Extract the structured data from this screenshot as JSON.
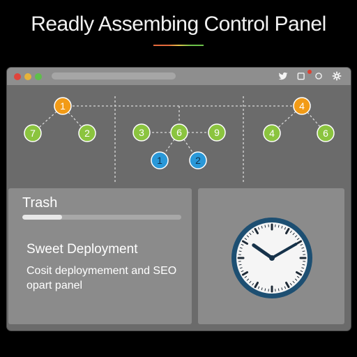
{
  "headline": "Readly Assembing Control Panel",
  "colors": {
    "accent_orange": "#f29b17",
    "node_green": "#8bc43f",
    "node_blue": "#2a98d8",
    "clock_rim": "#1d4f72"
  },
  "toolbar": {
    "icons": [
      "twitter-icon",
      "notification-icon",
      "refresh-icon",
      "gear-icon"
    ]
  },
  "graph": {
    "nodes": [
      {
        "label": "1",
        "color": "orange"
      },
      {
        "label": "7",
        "color": "green"
      },
      {
        "label": "2",
        "color": "green"
      },
      {
        "label": "3",
        "color": "green"
      },
      {
        "label": "6",
        "color": "green"
      },
      {
        "label": "9",
        "color": "green"
      },
      {
        "label": "1",
        "color": "blue"
      },
      {
        "label": "2",
        "color": "blue"
      },
      {
        "label": "4",
        "color": "orange"
      },
      {
        "label": "4",
        "color": "green"
      },
      {
        "label": "6",
        "color": "green"
      }
    ]
  },
  "trash_panel": {
    "title": "Trash",
    "progress": 0.25,
    "heading": "Sweet Deployment",
    "description": "Cosit deploymement and SEO opart panel"
  },
  "clock": {
    "time": "10:10"
  }
}
